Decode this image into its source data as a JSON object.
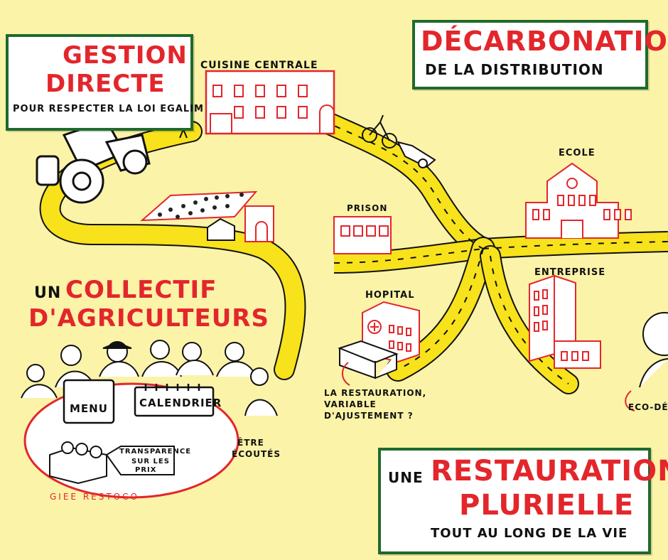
{
  "gestion": {
    "title1": "GESTION",
    "title2": "DIRECTE",
    "subtitle": "POUR RESPECTER LA LOI EGALIM"
  },
  "decarbonation": {
    "title": "DÉCARBONATION",
    "subtitle": "DE LA DISTRIBUTION"
  },
  "collectif": {
    "line1": "UN",
    "line1b": "COLLECTIF",
    "line2": "D'AGRICULTEURS"
  },
  "restauration": {
    "prefix": "UNE",
    "title1": "RESTAURATION",
    "title2": "PLURIELLE",
    "subtitle": "TOUT AU LONG DE LA VIE"
  },
  "labels": {
    "cuisine": "CUISINE CENTRALE",
    "prison": "PRISON",
    "ecole": "ECOLE",
    "entreprise": "ENTREPRISE",
    "hopital": "HOPITAL",
    "menu": "MENU",
    "calendrier": "CALENDRIER",
    "transparence1": "TRANSPARENCE",
    "transparence2": "SUR LES",
    "transparence3": "PRIX",
    "giee": "GIEE RESTOCO",
    "etre1": "ÊTRE",
    "etre2": "ÉCOUTÉS",
    "ajust1": "LA RESTAURATION,",
    "ajust2": "VARIABLE",
    "ajust3": "D'AJUSTEMENT ?",
    "eco": "ECO-DÉ"
  },
  "colors": {
    "background": "#fbf3a8",
    "road": "#f7e21c",
    "accent_red": "#e3262b",
    "frame_green": "#1f6a2d",
    "ink": "#111111"
  }
}
